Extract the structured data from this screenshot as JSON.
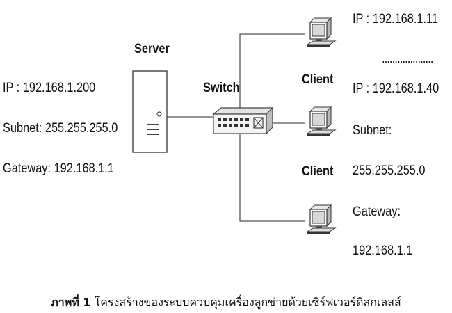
{
  "server": {
    "label": "Server",
    "ip": "IP : 192.168.1.200",
    "subnet": "Subnet: 255.255.255.0",
    "gateway": "Gateway: 192.168.1.1"
  },
  "switch": {
    "label": "Switch"
  },
  "clients": [
    {
      "label": "Client"
    },
    {
      "label": "Client"
    }
  ],
  "client_info": {
    "ip_first": "IP : 192.168.1.11",
    "ellipsis": "....................",
    "ip_last": "IP : 192.168.1.40",
    "subnet_label": "Subnet:",
    "subnet_value": "255.255.255.0",
    "gateway_label": "Gateway:",
    "gateway_value": "192.168.1.1"
  },
  "caption": {
    "label": "ภาพที่ 1",
    "text": "โครงสร้างของระบบควบคุมเครื่องลูกข่ายด้วยเซิร์ฟเวอร์ดิสกเลสส์"
  }
}
